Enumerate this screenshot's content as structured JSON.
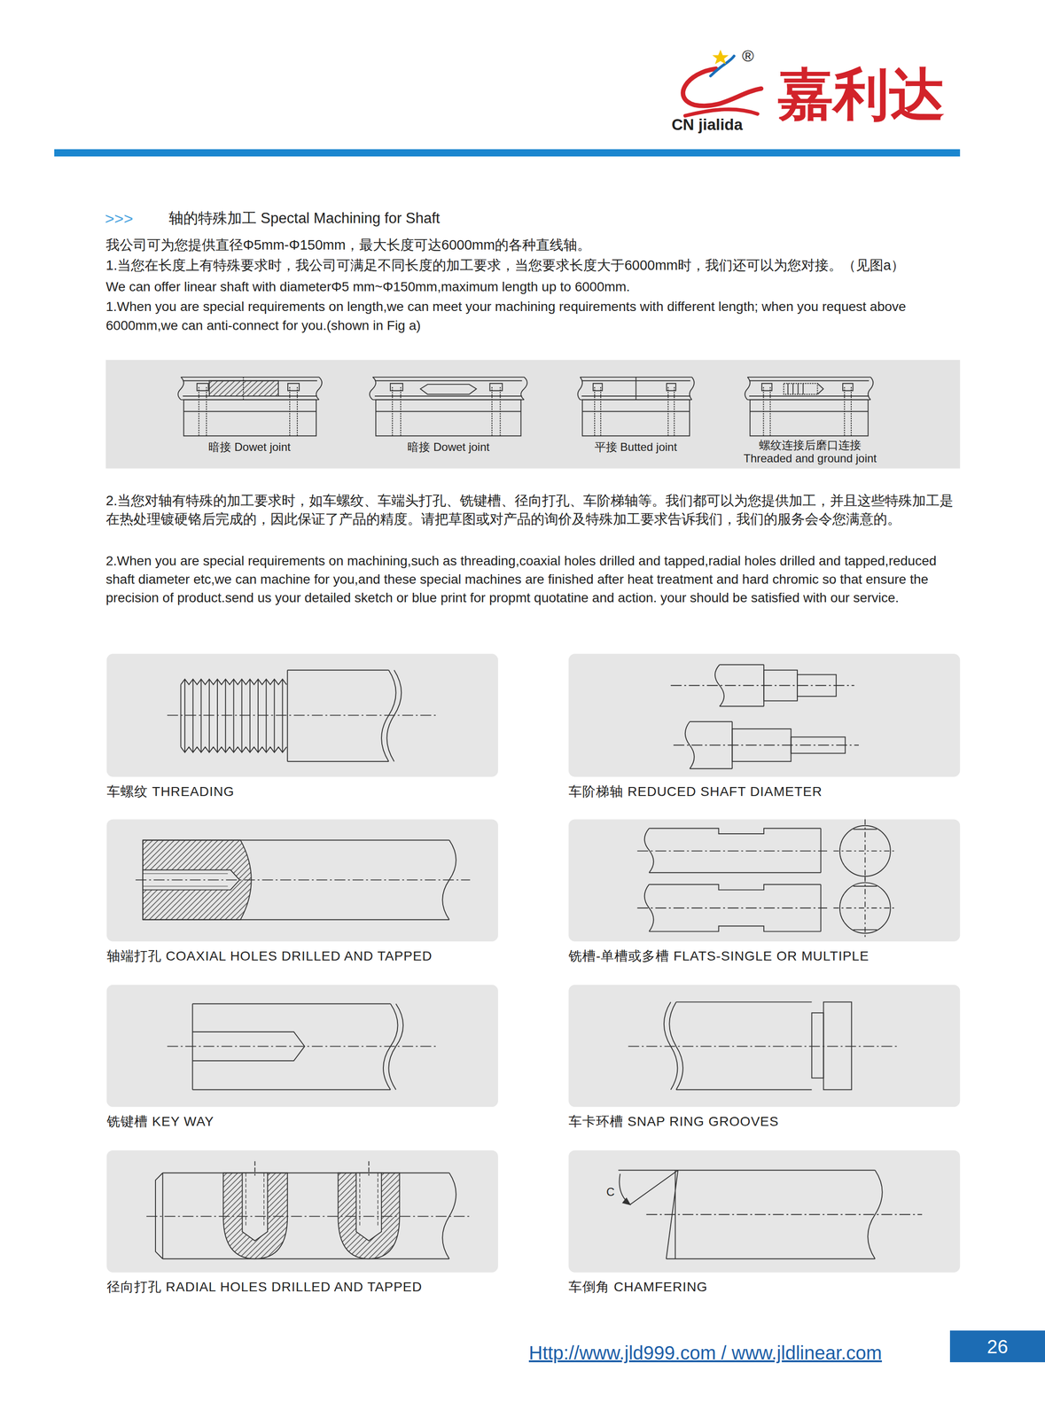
{
  "diagram": {
    "title": "轴的特殊加工 Spectal Machining for Shaft",
    "nodes": [
      {
        "text": [
          "车螺纹 THREADING"
        ]
      },
      {
        "text": [
          "车阶梯轴 REDUCED SHAFT DIAMETER"
        ]
      },
      {
        "text": [
          "轴端打孔 COAXIAL HOLES DRILLED AND TAPPED"
        ]
      },
      {
        "text": [
          "铣槽-单槽或多槽 FLATS-SINGLE OR MULTIPLE"
        ]
      },
      {
        "text": [
          "铣键槽 KEY WAY"
        ]
      },
      {
        "text": [
          "车卡环槽 SNAP RING GROOVES"
        ]
      },
      {
        "text": [
          "径向打孔 RADIAL HOLES DRILLED AND TAPPED"
        ]
      },
      {
        "text": [
          "车倒角 CHAMFERING"
        ]
      },
      {
        "text": [
          "26"
        ]
      }
    ],
    "labels": [
      "®",
      "CN jialida",
      "嘉利达",
      ">>>",
      "我公司可为您提供直径Φ5mm-Φ150mm，最大长度可达6000mm的各种直线轴。",
      "1.当您在长度上有特殊要求时，我公司可满足不同长度的加工要求，当您要求长度大于6000mm时，我们还可以为您对接。（见图a）",
      "We can offer linear shaft with diameterΦ5 mm~Φ150mm,maximum length up to 6000mm.",
      "1.When you are special requirements on length,we can meet your machining requirements with different length; when you request above 6000mm,we can anti-connect for you.(shown in Fig a)",
      "暗接 Dowet joint",
      "暗接 Dowet joint",
      "平接 Butted joint",
      "螺纹连接后磨口连接 Threaded and ground joint",
      "2.当您对轴有特殊的加工要求时，如车螺纹、车端头打孔、铣键槽、径向打孔、车阶梯轴等。我们都可以为您提供加工，并且这些特殊加工是在热处理镀硬铬后完成的，因此保证了产品的精度。请把草图或对产品的询价及特殊加工要求告诉我们，我们的服务会令您满意的。",
      "2.When you are special requirements on machining,such as threading,coaxial holes drilled and tapped,radial holes drilled and tapped,reduced shaft diameter etc,we can machine for you,and these special machines are finished after heat treatment and hard chromic so that ensure the precision of product.send us your detailed sketch or blue print for propmt quotatine and action. your should be satisfied with our service.",
      "C",
      "Http://www.jld999.com / www.jldlinear.com"
    ]
  }
}
